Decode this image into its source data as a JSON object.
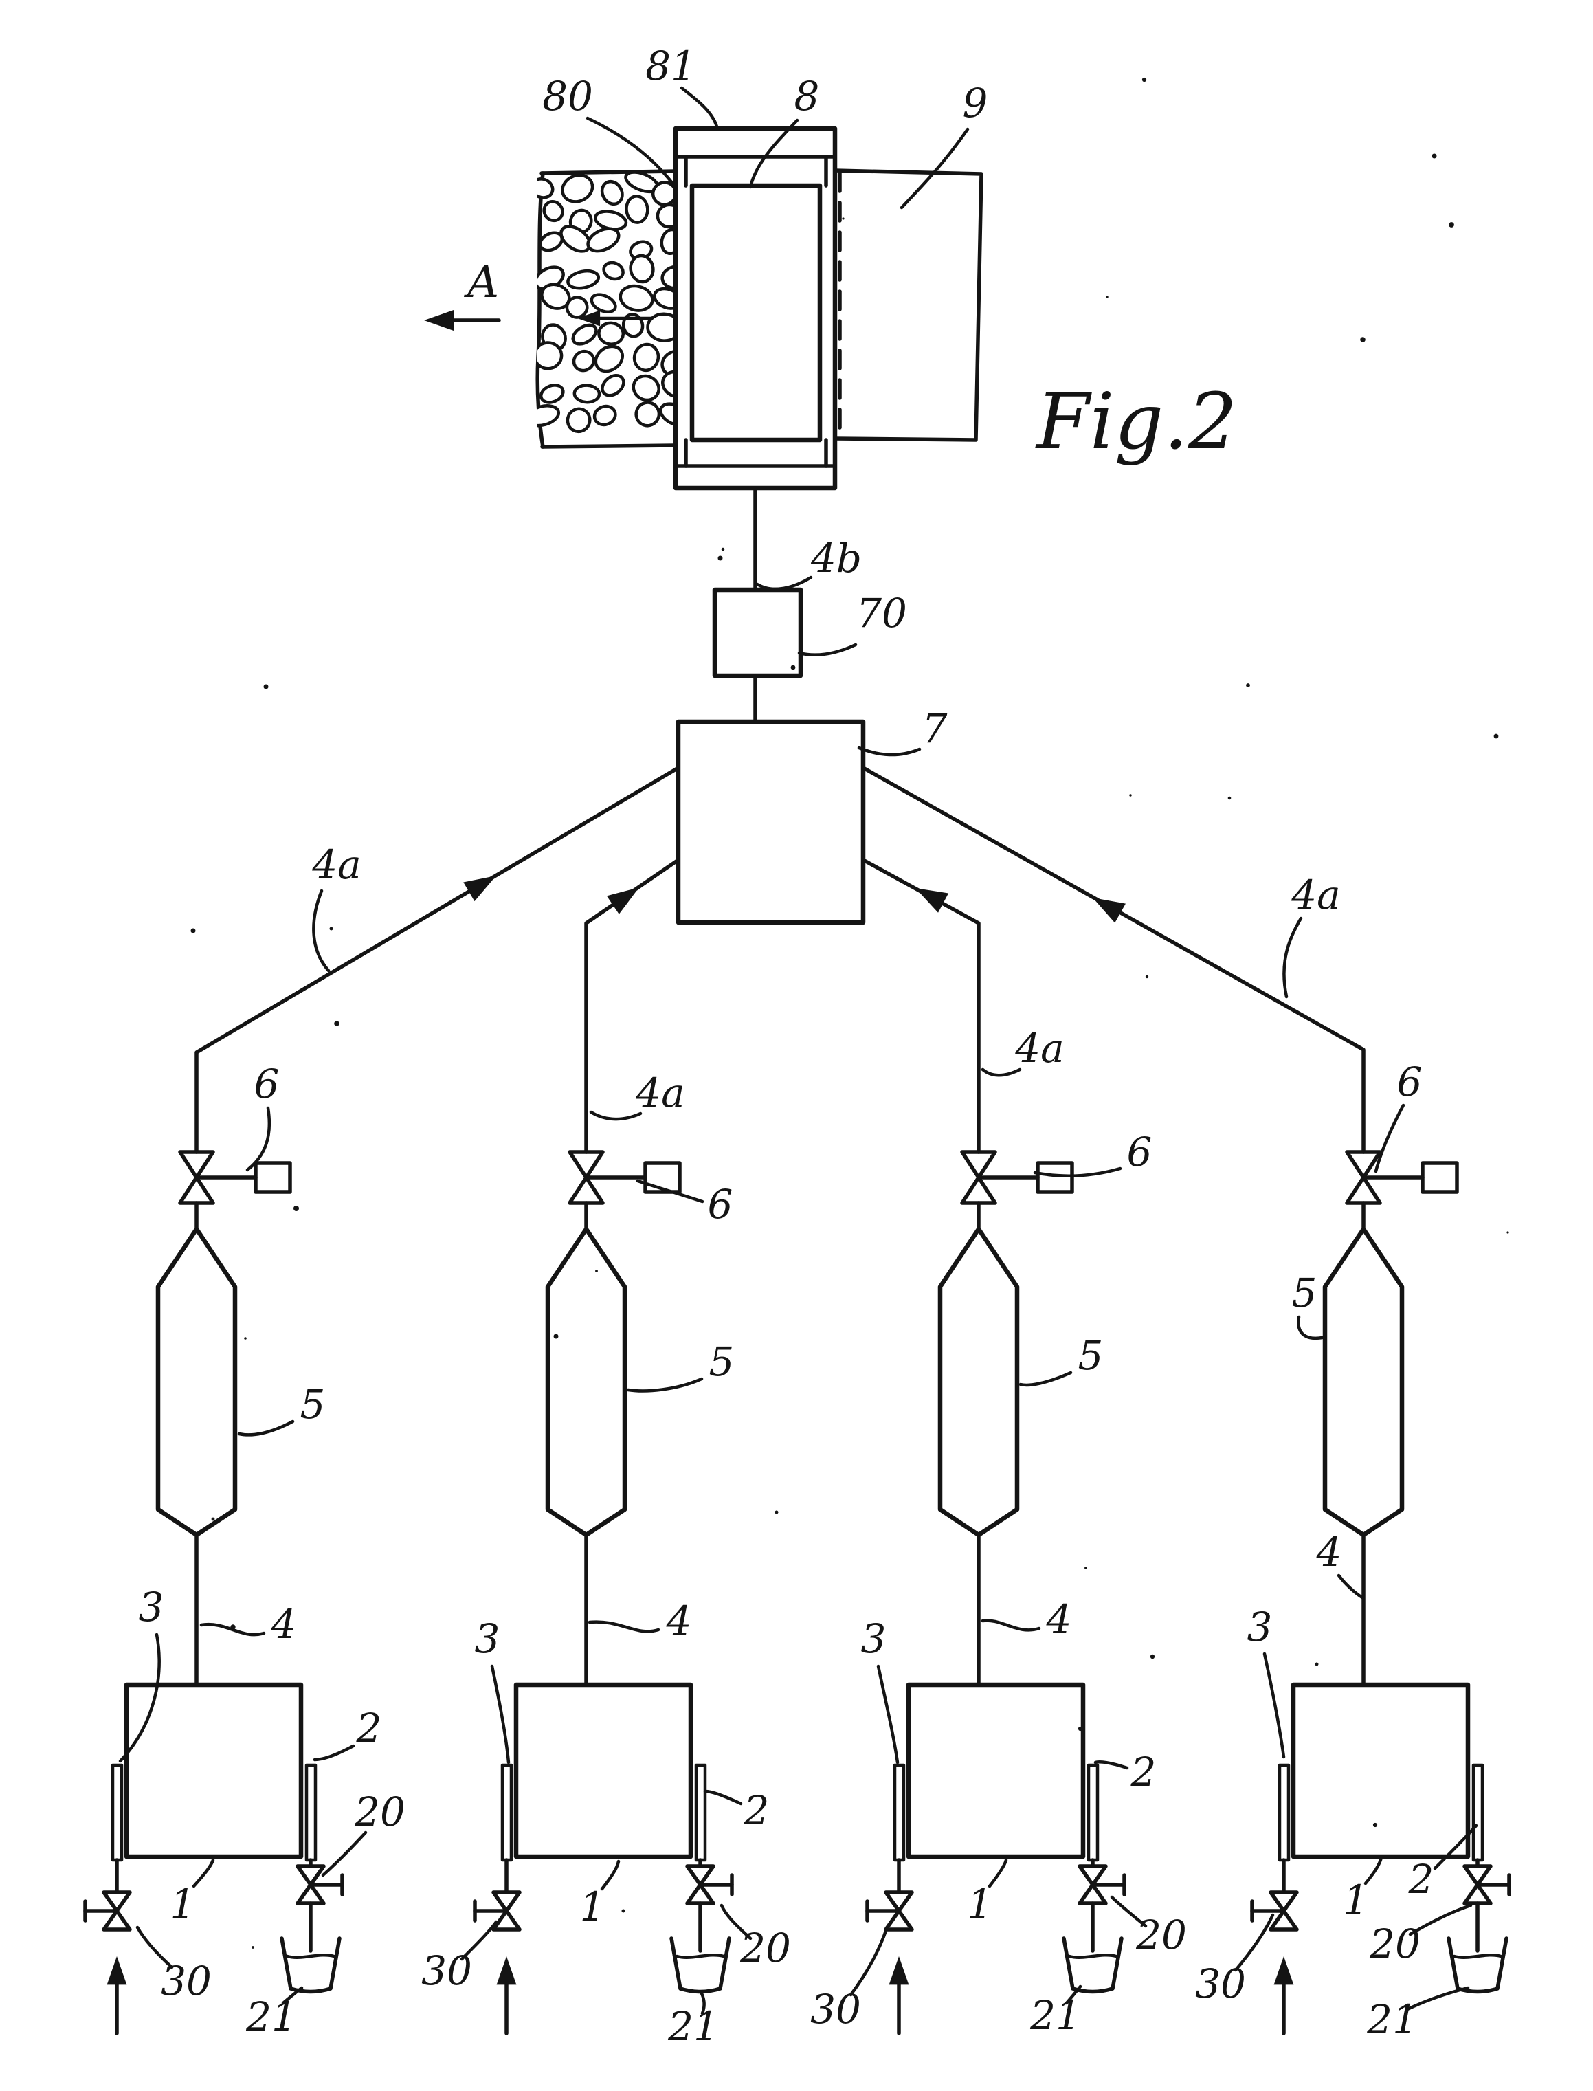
{
  "figure": {
    "caption": "Fig.2",
    "type": "patent-diagram",
    "description": "Borehole probe system with distributor and four parallel pressure-vessel tank units"
  },
  "reference_numerals": {
    "n80": "80",
    "n81": "81",
    "n8": "8",
    "n9": "9",
    "nA": "A",
    "n4b": "4b",
    "n70": "70",
    "n7": "7",
    "n4a": "4a",
    "n6": "6",
    "n5": "5",
    "n4": "4",
    "n3": "3",
    "n2": "2",
    "n1": "1",
    "n20": "20",
    "n21": "21",
    "n30": "30"
  }
}
